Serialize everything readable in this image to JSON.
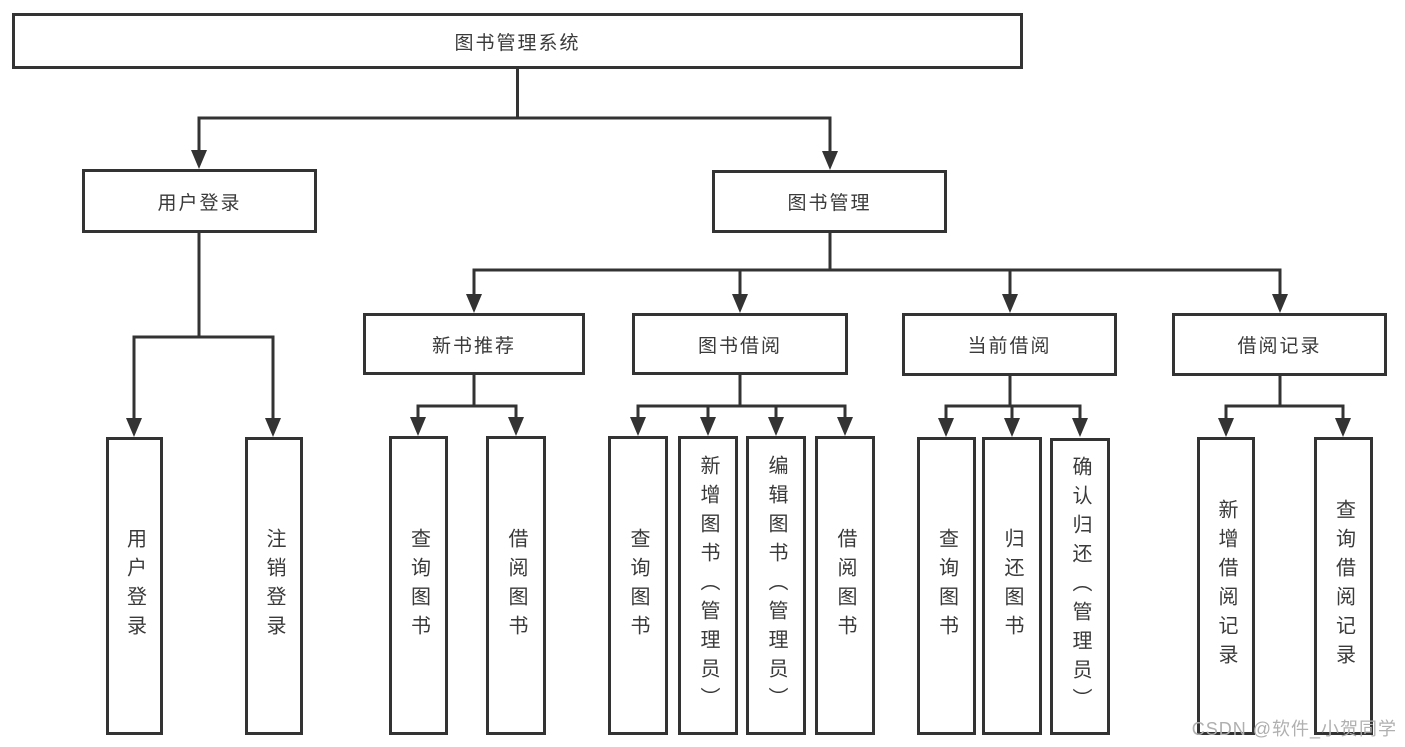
{
  "diagram": {
    "title": "图书管理系统",
    "tree": {
      "label": "图书管理系统",
      "branches": [
        {
          "label": "用户登录",
          "children": [
            {
              "label": "用户登录"
            },
            {
              "label": "注销登录"
            }
          ]
        },
        {
          "label": "图书管理",
          "children": [
            {
              "label": "新书推荐",
              "children": [
                {
                  "label": "查询图书"
                },
                {
                  "label": "借阅图书"
                }
              ]
            },
            {
              "label": "图书借阅",
              "children": [
                {
                  "label": "查询图书"
                },
                {
                  "label": "新增图书（管理员）"
                },
                {
                  "label": "编辑图书（管理员）"
                },
                {
                  "label": "借阅图书"
                }
              ]
            },
            {
              "label": "当前借阅",
              "children": [
                {
                  "label": "查询图书"
                },
                {
                  "label": "归还图书"
                },
                {
                  "label": "确认归还（管理员）"
                }
              ]
            },
            {
              "label": "借阅记录",
              "children": [
                {
                  "label": "新增借阅记录"
                },
                {
                  "label": "查询借阅记录"
                }
              ]
            }
          ]
        }
      ]
    },
    "colors": {
      "line": "#333333",
      "border": "#333333",
      "text": "#3a3a3a",
      "background": "#ffffff"
    }
  },
  "watermark": {
    "text": "CSDN @软件_小贺同学",
    "color": "#b0b0b0"
  }
}
